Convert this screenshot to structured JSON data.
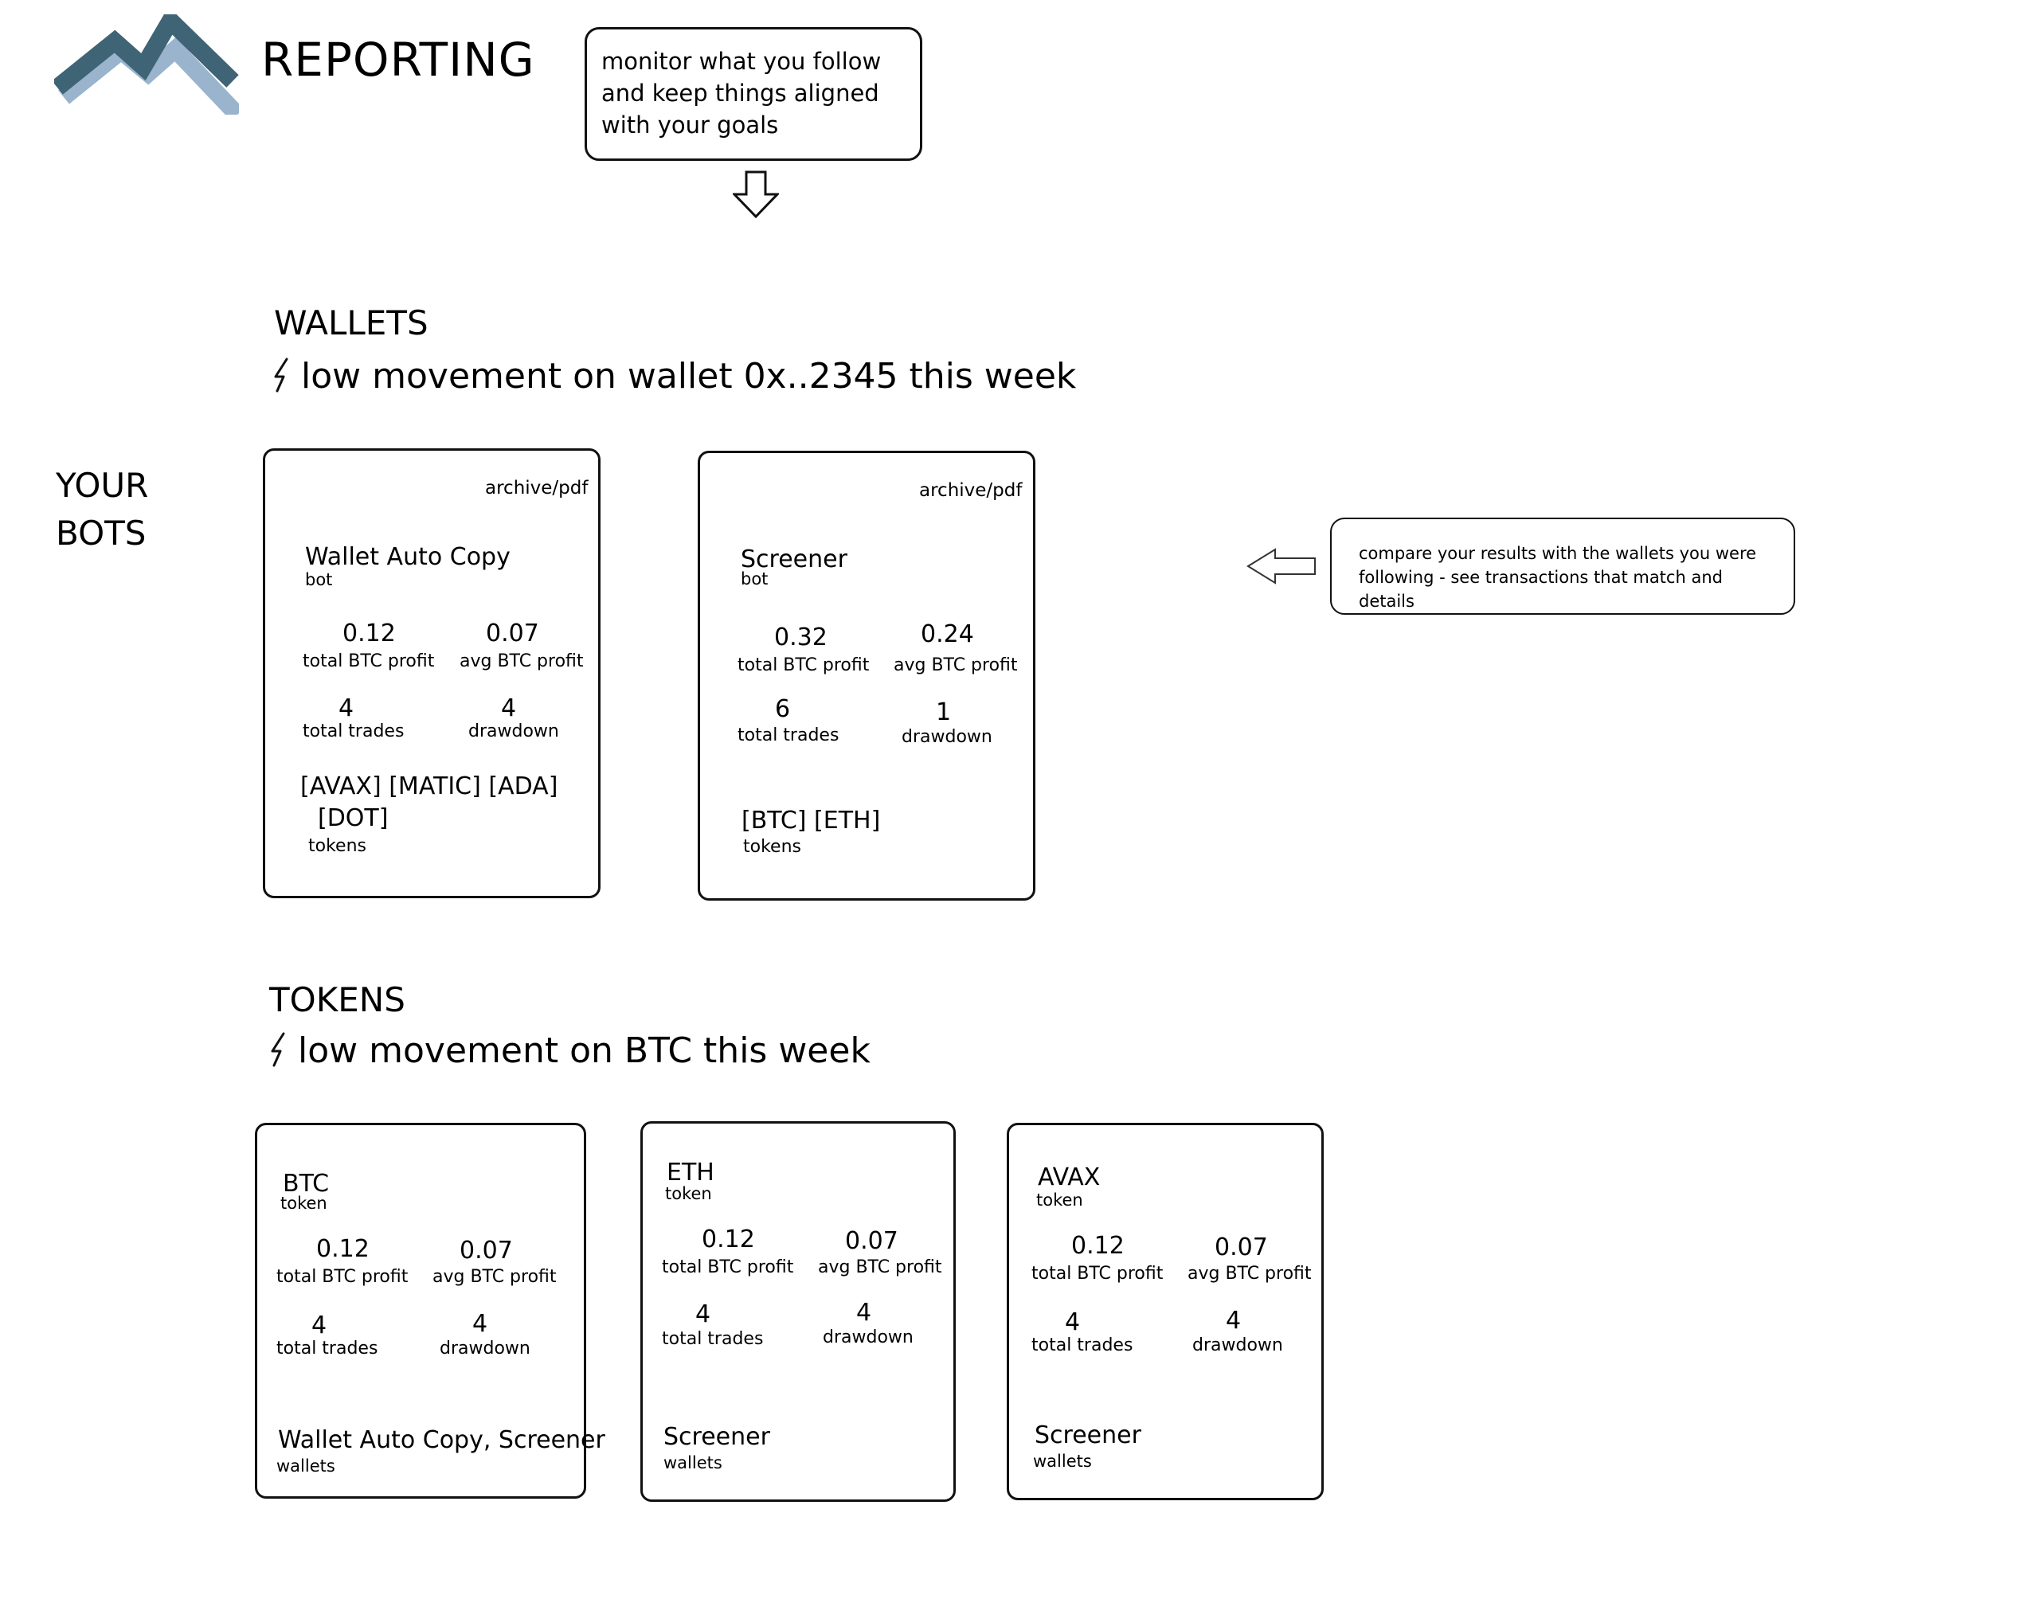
{
  "header": {
    "title": "REPORTING"
  },
  "notes": {
    "top": "monitor what you follow and keep things aligned with your goals",
    "right": "compare your results with the wallets you were following - see transactions that match and details"
  },
  "side_label": {
    "line1": "YOUR",
    "line2": "BOTS"
  },
  "alert_icon": "lightning-icon",
  "wallets": {
    "title": "WALLETS",
    "alert": "low movement on wallet 0x..2345 this week",
    "cards": [
      {
        "archive": "archive/pdf",
        "name": "Wallet Auto Copy",
        "sub": "bot",
        "total_profit": "0.12",
        "total_profit_label": "total BTC profit",
        "avg_profit": "0.07",
        "avg_profit_label": "avg BTC profit",
        "trades": "4",
        "trades_label": "total trades",
        "drawdown": "4",
        "drawdown_label": "drawdown",
        "tokens_line1": "[AVAX] [MATIC] [ADA]",
        "tokens_line2": "[DOT]",
        "tokens_label": "tokens"
      },
      {
        "archive": "archive/pdf",
        "name": "Screener",
        "sub": "bot",
        "total_profit": "0.32",
        "total_profit_label": "total BTC profit",
        "avg_profit": "0.24",
        "avg_profit_label": "avg BTC profit",
        "trades": "6",
        "trades_label": "total trades",
        "drawdown": "1",
        "drawdown_label": "drawdown",
        "tokens_line1": "[BTC] [ETH]",
        "tokens_label": "tokens"
      }
    ]
  },
  "tokens": {
    "title": "TOKENS",
    "alert": "low movement on BTC this week",
    "cards": [
      {
        "name": "BTC",
        "sub": "token",
        "total_profit": "0.12",
        "total_profit_label": "total BTC profit",
        "avg_profit": "0.07",
        "avg_profit_label": "avg BTC profit",
        "trades": "4",
        "trades_label": "total trades",
        "drawdown": "4",
        "drawdown_label": "drawdown",
        "wallets": "Wallet Auto Copy, Screener",
        "wallets_label": "wallets"
      },
      {
        "name": "ETH",
        "sub": "token",
        "total_profit": "0.12",
        "total_profit_label": "total BTC profit",
        "avg_profit": "0.07",
        "avg_profit_label": "avg BTC profit",
        "trades": "4",
        "trades_label": "total trades",
        "drawdown": "4",
        "drawdown_label": "drawdown",
        "wallets": "Screener",
        "wallets_label": "wallets"
      },
      {
        "name": "AVAX",
        "sub": "token",
        "total_profit": "0.12",
        "total_profit_label": "total BTC profit",
        "avg_profit": "0.07",
        "avg_profit_label": "avg BTC profit",
        "trades": "4",
        "trades_label": "total trades",
        "drawdown": "4",
        "drawdown_label": "drawdown",
        "wallets": "Screener",
        "wallets_label": "wallets"
      }
    ]
  }
}
